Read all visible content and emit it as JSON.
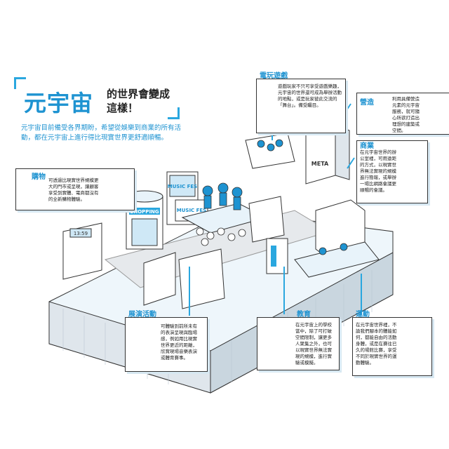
{
  "title": {
    "main": "元宇宙",
    "line1": "的世界會變成",
    "line2": "這樣！"
  },
  "intro": "元宇宙目前備受各界期盼，希望從娛樂到商業的所有活動，都在元宇宙上進行得比現實世界更舒適順暢。",
  "city_labels": {
    "shopping": "SHOPPING",
    "music_fes_1": "MUSIC FES",
    "music_fes_2": "MUSIC FES",
    "meta": "META",
    "clock": "13:59"
  },
  "callouts": {
    "shopping": {
      "head": "購物",
      "body": "可透過比現實世界規模更大的門市或呈現，讓顧客享受到實體、電商都沒有的全新購物體驗。"
    },
    "gaming": {
      "head": "電玩遊戲",
      "body": "遊戲玩家不只可享受遊戲樂趣，元宇宙的世界還可成為舉辦活動的地點，或是玩家彼此交流的「舞台」。備受矚目。"
    },
    "avatar": {
      "head": "營造",
      "body": "利用具備營造元素的元宇宙服務，就可隨心所欲打造出理想的建築或空間。"
    },
    "business": {
      "head": "商業",
      "body": "在元宇宙世界的辦公室裡，可用遠距的方式，以現實世界無法實現的規模進行簡報，或舉辦一場比網路會議更順暢的會議。"
    },
    "events": {
      "head": "展演活動",
      "body": "可體驗到前所未有的表演呈現與臨場感，例如用比現實世界更近的距離，欣賞現場音樂表演或體育賽事。"
    },
    "education": {
      "head": "教育",
      "body": "在元宇宙上的學校當中，除了可打破空間限制，讓更多人聚集之外，也可以現實世界無法實現的規模，進行實驗或模擬。"
    },
    "sports": {
      "head": "運動",
      "body": "在元宇宙世界裡，不論我們腳本的體能如何，都能自由的活動身體，或是在賽往已久的場館比賽，享受不同於現實世界的運動體驗。"
    }
  },
  "colors": {
    "accent": "#1e93d1",
    "light": "#cfe8f6",
    "line": "#333333"
  }
}
